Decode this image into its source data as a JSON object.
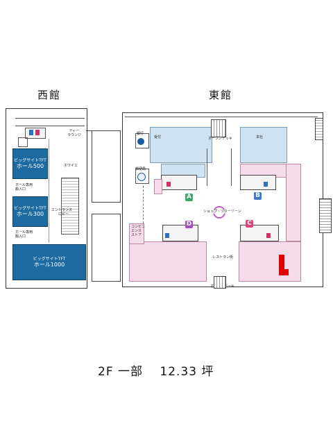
{
  "west_heading": "西館",
  "east_heading": "東館",
  "west": {
    "hall_500": [
      "ビッグサイトTFT",
      "ホール500"
    ],
    "hall_300": [
      "ビッグサイトTFT",
      "ホール300"
    ],
    "hall_1000": [
      "ビッグサイトTFT",
      "ホール1000"
    ],
    "tea_lounge": [
      "ティー",
      "ラウンジ"
    ],
    "white": "ホワイエ",
    "entrance_lobby": [
      "エントランス",
      "ロビー"
    ],
    "loading_1": [
      "ホール専用",
      "搬入口"
    ],
    "loading_2": [
      "ホール専用",
      "搬入口"
    ]
  },
  "east": {
    "ginko": "銀行",
    "yubinkyoku": "郵便局",
    "uketsuke": "受付",
    "honsha": "本社",
    "open_deck_top": "オープンデッキ",
    "open_deck_bottom": "オープンデッキ",
    "shop_street": "ショップ・ツリーゾーン",
    "restaurant_street": "レストラン街",
    "convenience": [
      "コンビニ",
      "エンス",
      "ストア"
    ],
    "zone_a": "A",
    "zone_b": "B",
    "zone_c": "C",
    "zone_d": "D"
  },
  "caption": "2F 一部　 12.33 坪",
  "colors": {
    "hall": "#1c6aa0",
    "office": "#cfe3f2",
    "commercial": "#f6dceb",
    "zone_a": "#3aa86b",
    "zone_b": "#3a78c8",
    "zone_c": "#d8457e",
    "zone_d": "#a04ec0",
    "highlight": "#e00000",
    "shop_ring": "#c060c0"
  }
}
